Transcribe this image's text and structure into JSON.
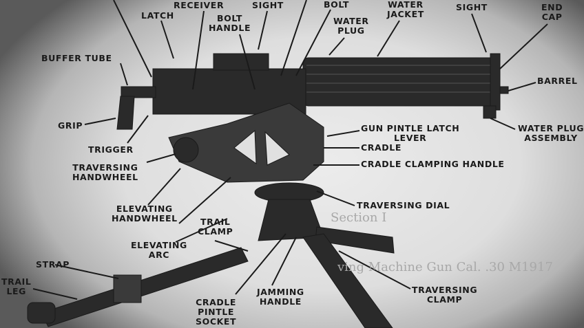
{
  "labels": {
    "receiver": "RECEIVER",
    "sight_top": "SIGHT",
    "latch": "LATCH",
    "bolt_handle": "BOLT\nHANDLE",
    "bolt": "BOLT",
    "water_plug": "WATER\nPLUG",
    "water_jacket": "WATER\nJACKET",
    "rear_sight": "SIGHT",
    "end_cap": "END\nCAP",
    "buffer_tube": "BUFFER TUBE",
    "barrel": "BARREL",
    "grip": "GRIP",
    "water_plug_assembly": "WATER PLUG\nASSEMBLY",
    "trigger": "TRIGGER",
    "gun_pintle_latch_lever": "GUN PINTLE LATCH\nLEVER",
    "cradle": "CRADLE",
    "traversing_handwheel": "TRAVERSING\nHANDWHEEL",
    "cradle_clamping_handle": "CRADLE CLAMPING HANDLE",
    "elevating_handwheel": "ELEVATING\nHANDWHEEL",
    "traversing_dial": "TRAVERSING DIAL",
    "trail_clamp": "TRAIL\nCLAMP",
    "elevating_arc": "ELEVATING\nARC",
    "strap": "STRAP",
    "trail_leg": "TRAIL\nLEG",
    "cradle_pintle_socket": "CRADLE\nPINTLE\nSOCKET",
    "jamming_handle": "JAMMING\nHANDLE",
    "traversing_clamp": "TRAVERSING\nCLAMP"
  },
  "background_text": {
    "line1": "Section I",
    "line2": "ving Machine Gun Cal. .30 M1917"
  }
}
